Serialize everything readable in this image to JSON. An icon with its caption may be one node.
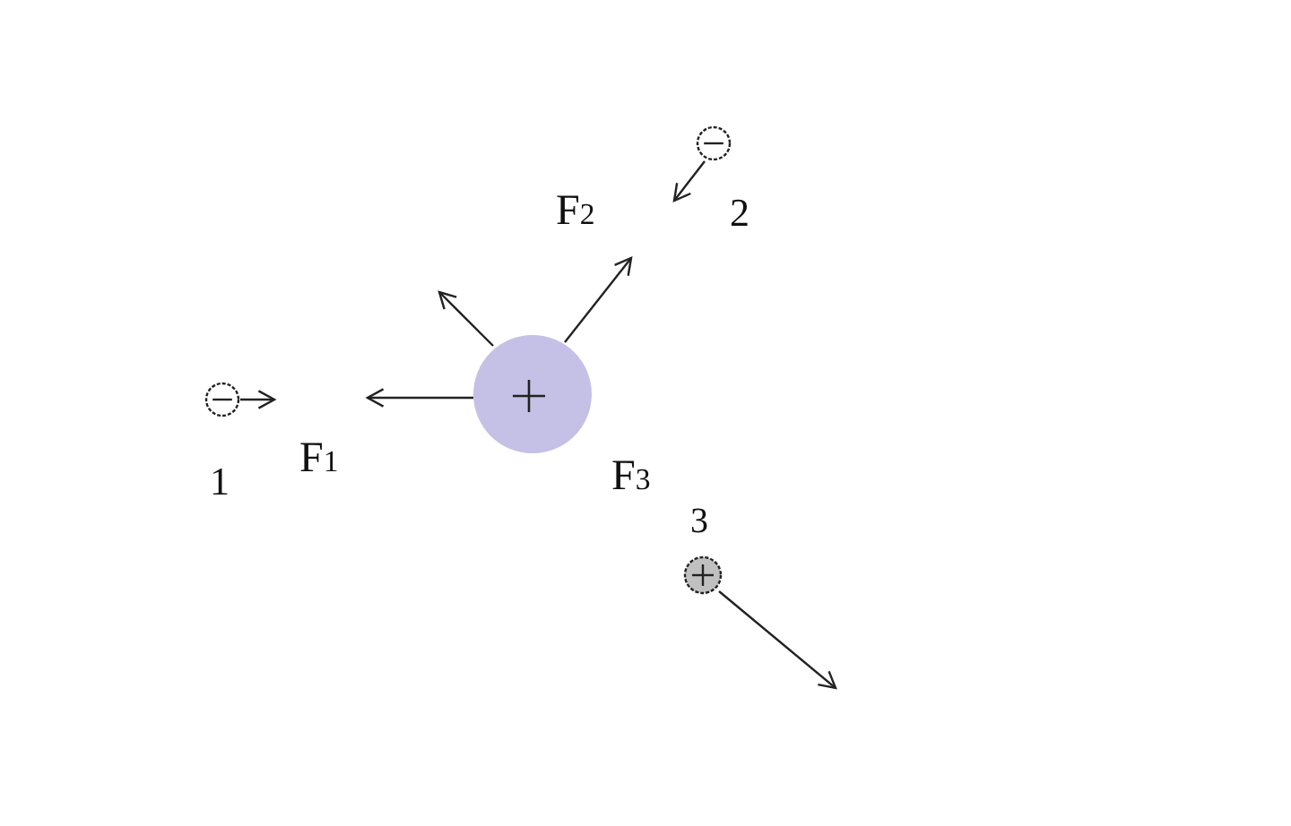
{
  "diagram": {
    "labels": [
      "F$_{2}$",
      "2",
      "F$_{1}$",
      "F$_{3}$",
      "1",
      "3"
    ]
  }
}
